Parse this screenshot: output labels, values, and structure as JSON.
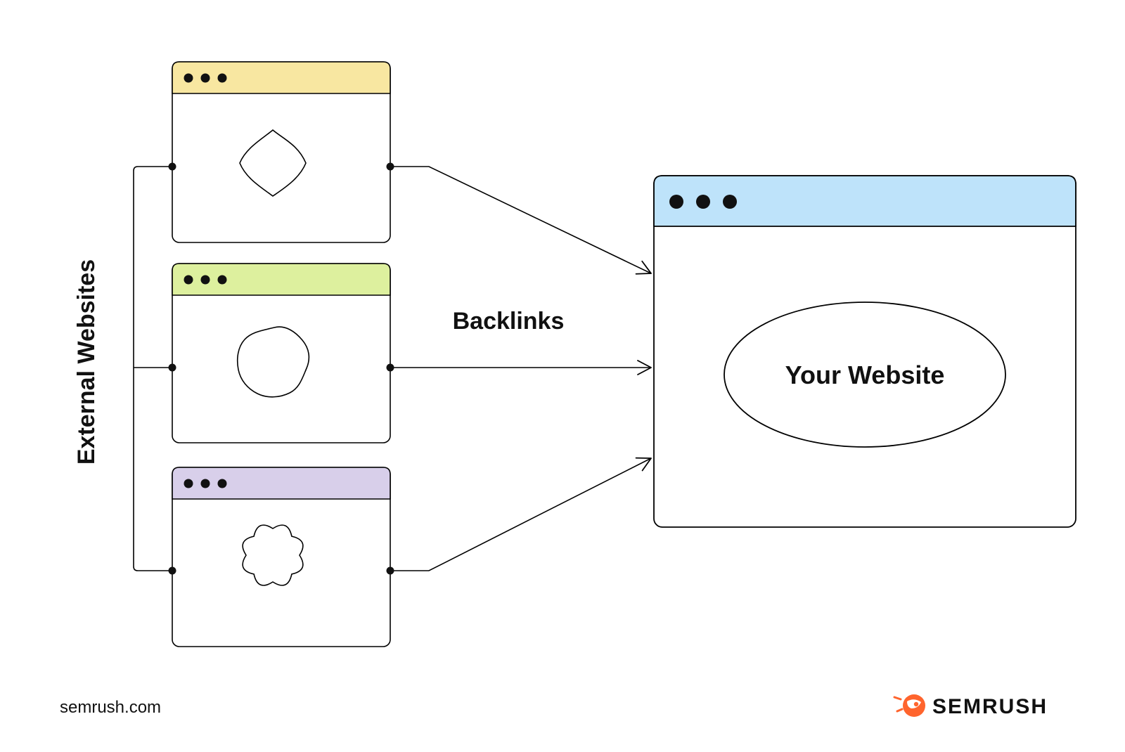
{
  "labels": {
    "external_websites": "External Websites",
    "backlinks": "Backlinks",
    "your_website": "Your Website",
    "footer_source": "semrush.com",
    "brand_name": "SEMRUSH"
  },
  "colors": {
    "background": "#ffffff",
    "outline": "#000000",
    "text": "#111111",
    "window_fill": "#ffffff",
    "main_window_bar": "#BEE3FA",
    "brand_orange": "#FF642D",
    "dot": "#111111"
  },
  "windows": {
    "external": [
      {
        "id": "external-website-1",
        "bar_color": "#F8E7A1"
      },
      {
        "id": "external-website-2",
        "bar_color": "#DDF09E"
      },
      {
        "id": "external-website-3",
        "bar_color": "#D8CFEA"
      }
    ],
    "main": {
      "id": "your-website-window",
      "bar_color": "#BEE3FA"
    }
  }
}
